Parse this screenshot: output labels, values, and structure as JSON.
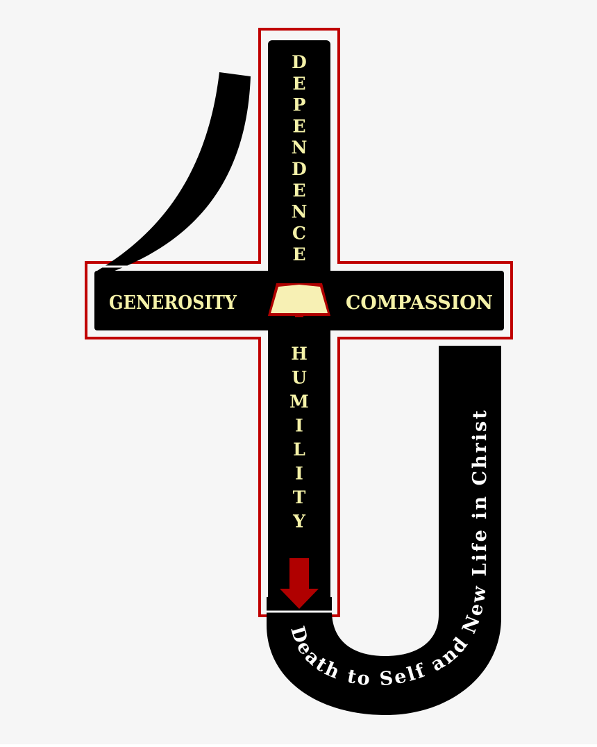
{
  "labels": {
    "top_vertical": "DEPENDENCE",
    "bottom_vertical": "HUMILITY",
    "left_bar": "GENEROSITY",
    "right_bar": "COMPASSION",
    "curve_text": "Death to Self and New Life in Christ"
  },
  "icons": {
    "center": "open-book-icon",
    "arrow": "down-arrow-icon"
  },
  "colors": {
    "background": "#f6f6f6",
    "shape_fill": "#000000",
    "outline": "#c00000",
    "inner_border": "#f6f6f6",
    "label_text": "#f5f2a8",
    "curve_text": "#ffffff",
    "book_page": "#f7f0b4",
    "book_cover": "#b00000",
    "arrow": "#b00000"
  }
}
